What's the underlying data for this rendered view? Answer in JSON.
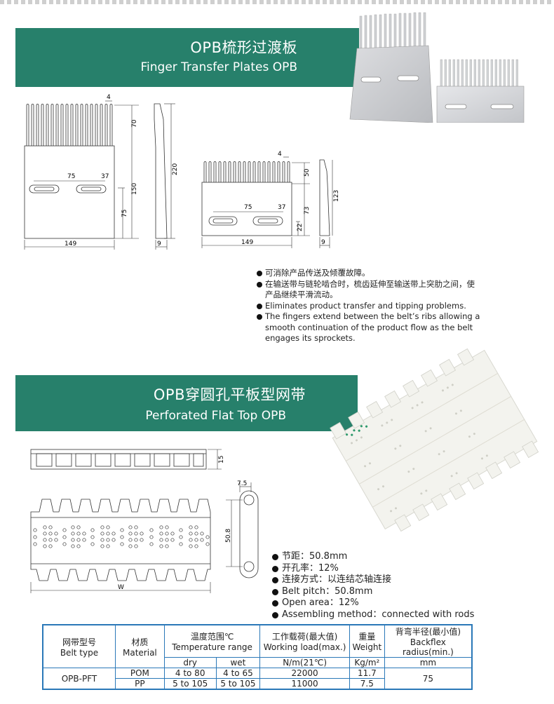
{
  "section1": {
    "title_cn": "OPB梳形过渡板",
    "title_en": "Finger Transfer Plates OPB",
    "dims_left": {
      "tooth": "4",
      "upper": "70",
      "total": "220",
      "mid": "150",
      "low": "75",
      "slot_w": "75",
      "slot_gap": "37",
      "width": "149",
      "thick": "9"
    },
    "dims_right": {
      "tooth": "4",
      "upper": "50",
      "total": "123",
      "mid": "73",
      "low": "22",
      "slot_w": "75",
      "slot_gap": "37",
      "width": "149",
      "thick": "9"
    },
    "bullets": [
      "可消除产品传送及倾覆故障。",
      "在输送带与链轮啮合时，梳齿延伸至输送带上突肋之间，使产品继续平滑流动。",
      "Eliminates product transfer and tipping problems.",
      "The fingers extend between the belt’s ribs allowing a smooth continuation of the product flow as the belt engages its sprockets."
    ]
  },
  "section2": {
    "title_cn": "OPB穿圆孔平板型网带",
    "title_en": "Perforated Flat Top OPB",
    "dims": {
      "height": "15",
      "rod": "7.5",
      "pitch": "50.8",
      "width": "W"
    },
    "bullets": [
      "节距：50.8mm",
      "开孔率：12%",
      "连接方式：以连结芯轴连接",
      "Belt pitch：50.8mm",
      "Open area：12%",
      "Assembling method：connected with rods"
    ]
  },
  "table": {
    "h_type_cn": "网带型号",
    "h_type_en": "Belt type",
    "h_mat_cn": "材质",
    "h_mat_en": "Material",
    "h_temp_cn": "温度范围℃",
    "h_temp_en": "Temperature range",
    "h_load_cn": "工作载荷(最大值)",
    "h_load_en": "Working load(max.)",
    "h_weight_cn": "重量",
    "h_weight_en": "Weight",
    "h_back_cn": "背弯半径(最小值)",
    "h_back_en": "Backflex radius(min.)",
    "u_dry": "dry",
    "u_wet": "wet",
    "u_load": "N/m(21℃)",
    "u_weight": "Kg/m²",
    "u_back": "mm",
    "rows": [
      {
        "type": "OPB-PFT",
        "material": "POM",
        "dry": "4 to 80",
        "wet": "4 to 65",
        "load": "22000",
        "weight": "11.7",
        "backflex": "75"
      },
      {
        "type": "",
        "material": "PP",
        "dry": "5 to 105",
        "wet": "5 to 105",
        "load": "11000",
        "weight": "7.5",
        "backflex": ""
      }
    ]
  }
}
